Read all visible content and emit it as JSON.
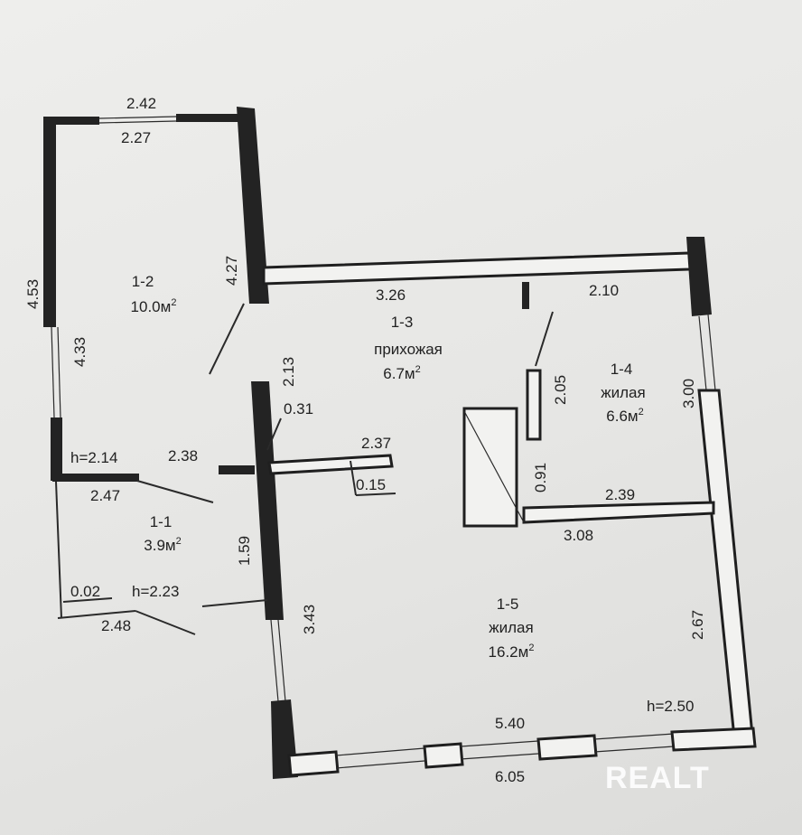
{
  "rooms": {
    "r12": {
      "id": "1-2",
      "area": "10.0м",
      "sup": "2"
    },
    "r13": {
      "id": "1-3",
      "name": "прихожая",
      "area": "6.7м",
      "sup": "2"
    },
    "r14": {
      "id": "1-4",
      "name": "жилая",
      "area": "6.6м",
      "sup": "2"
    },
    "r11": {
      "id": "1-1",
      "area": "3.9м",
      "sup": "2"
    },
    "r15": {
      "id": "1-5",
      "name": "жилая",
      "area": "16.2м",
      "sup": "2"
    }
  },
  "dimensions": {
    "d_242": "2.42",
    "d_227": "2.27",
    "d_453": "4.53",
    "d_433": "4.33",
    "d_427": "4.27",
    "d_326": "3.26",
    "d_210": "2.10",
    "d_213": "2.13",
    "d_205": "2.05",
    "d_300": "3.00",
    "d_031": "0.31",
    "d_237": "2.37",
    "d_015": "0.15",
    "d_214": "h=2.14",
    "d_238": "2.38",
    "d_247": "2.47",
    "d_091": "0.91",
    "d_239": "2.39",
    "d_308": "3.08",
    "d_159": "1.59",
    "d_002": "0.02",
    "d_223": "h=2.23",
    "d_248": "2.48",
    "d_343": "3.43",
    "d_267": "2.67",
    "d_540": "5.40",
    "d_250": "h=2.50",
    "d_605": "6.05"
  },
  "watermark": "REALT"
}
